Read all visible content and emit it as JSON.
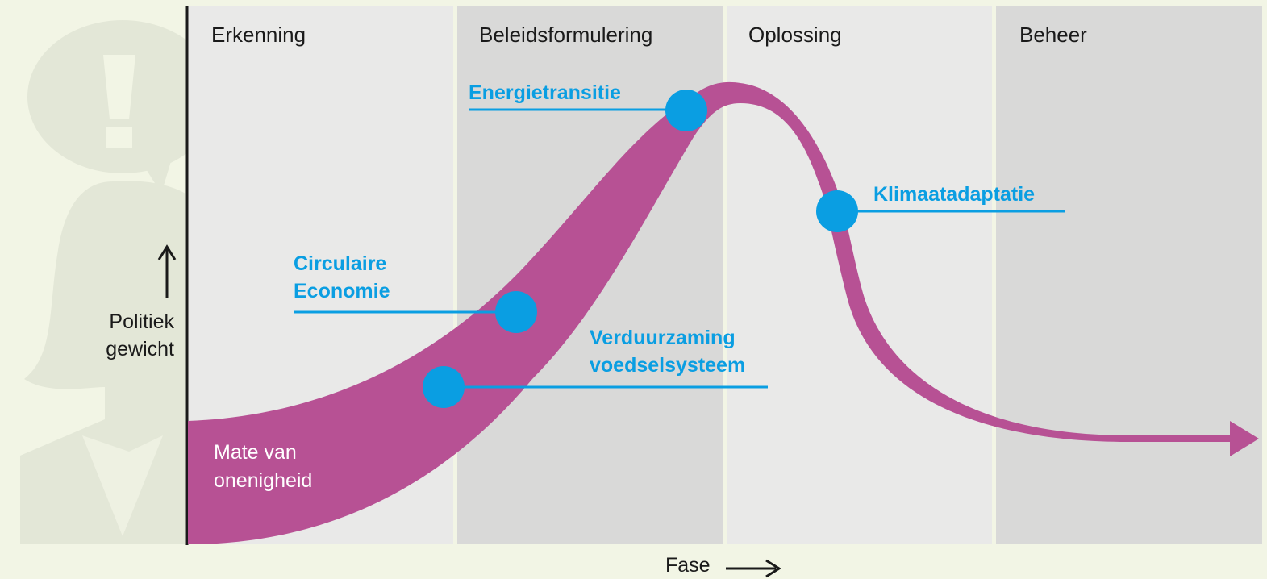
{
  "phases": [
    "Erkenning",
    "Beleidsformulering",
    "Oplossing",
    "Beheer"
  ],
  "y_axis": {
    "line1": "Politiek",
    "line2": "gewicht"
  },
  "x_axis": {
    "label": "Fase"
  },
  "band_label": {
    "line1": "Mate van",
    "line2": "onenigheid"
  },
  "topics": {
    "energietransitie": "Energietransitie",
    "klimaatadaptatie": "Klimaatadaptatie",
    "circulaire_line1": "Circulaire",
    "circulaire_line2": "Economie",
    "verduurzaming_line1": "Verduurzaming",
    "verduurzaming_line2": "voedselsysteem"
  },
  "colors": {
    "background": "#f2f5e5",
    "phase_light": "#e9e9e8",
    "phase_dark": "#d9d9d8",
    "curve": "#b75194",
    "topic": "#0a9ee2",
    "silhouette": "#e3e7d7"
  },
  "icons": {
    "silhouette": "person-with-exclamation-speech-bubble-icon"
  }
}
